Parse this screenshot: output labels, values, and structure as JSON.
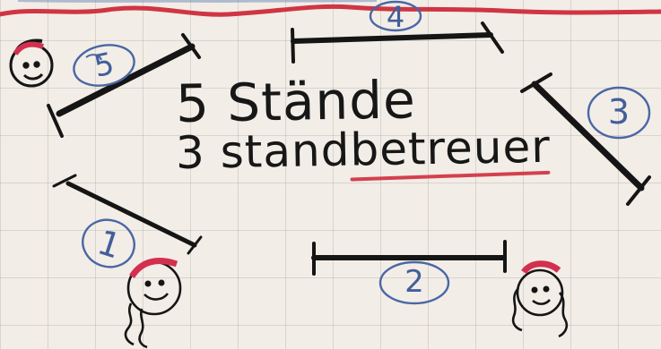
{
  "headline": {
    "line1": "5 Stände",
    "line2_prefix": "3 stand",
    "line2_underlined": "betreuer"
  },
  "stations": [
    {
      "label": "5"
    },
    {
      "label": "4"
    },
    {
      "label": "3"
    },
    {
      "label": "1"
    },
    {
      "label": "2"
    }
  ],
  "colors": {
    "paper": "#f2ede6",
    "grid": "#b7b3ad",
    "ink": "#171717",
    "blue_ink": "#425e9b",
    "red_ink": "#d4404d"
  }
}
